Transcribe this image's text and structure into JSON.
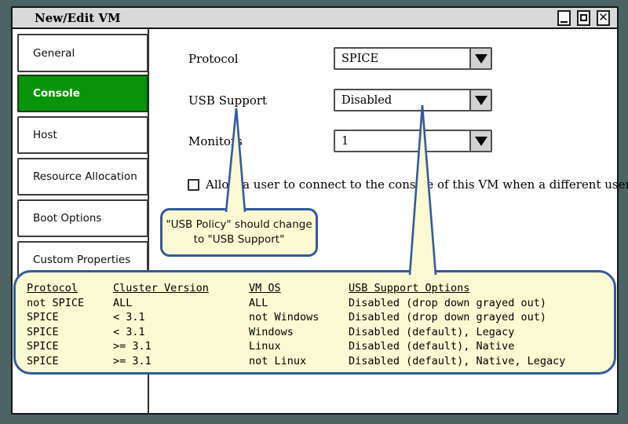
{
  "window": {
    "title": "New/Edit VM",
    "controls": {
      "minimize": "minimize",
      "maximize": "maximize",
      "close": "✕"
    }
  },
  "sidebar": {
    "items": [
      {
        "label": "General",
        "selected": false
      },
      {
        "label": "Console",
        "selected": true
      },
      {
        "label": "Host",
        "selected": false
      },
      {
        "label": "Resource Allocation",
        "selected": false
      },
      {
        "label": "Boot Options",
        "selected": false
      },
      {
        "label": "Custom Properties",
        "selected": false
      }
    ]
  },
  "form": {
    "fields": [
      {
        "label": "Protocol",
        "value": "SPICE"
      },
      {
        "label": "USB Support",
        "value": "Disabled"
      },
      {
        "label": "Monitors",
        "value": "1"
      }
    ],
    "checkbox": {
      "label": "Allow a user to connect to the console of this VM when a different user...",
      "checked": false
    }
  },
  "annotations": {
    "note": {
      "line1": "\"USB Policy\" should change",
      "line2": "to \"USB Support\""
    },
    "table": {
      "headers": [
        "Protocol",
        "Cluster Version",
        "VM OS",
        "USB Support Options"
      ],
      "rows": [
        [
          "not SPICE",
          "ALL",
          "ALL",
          "Disabled (drop down grayed out)"
        ],
        [
          "SPICE",
          "< 3.1",
          "not Windows",
          "Disabled (drop down grayed out)"
        ],
        [
          "SPICE",
          "< 3.1",
          "Windows",
          "Disabled (default), Legacy"
        ],
        [
          "SPICE",
          ">= 3.1",
          "Linux",
          "Disabled (default), Native"
        ],
        [
          "SPICE",
          ">= 3.1",
          "not Linux",
          "Disabled (default), Native, Legacy"
        ]
      ]
    }
  },
  "colors": {
    "selected_tab_green": "#089408",
    "callout_fill": "#fbfad2",
    "callout_border": "#355a9b",
    "desktop_background": "#4a6464",
    "titlebar": "#d9d9d9"
  }
}
